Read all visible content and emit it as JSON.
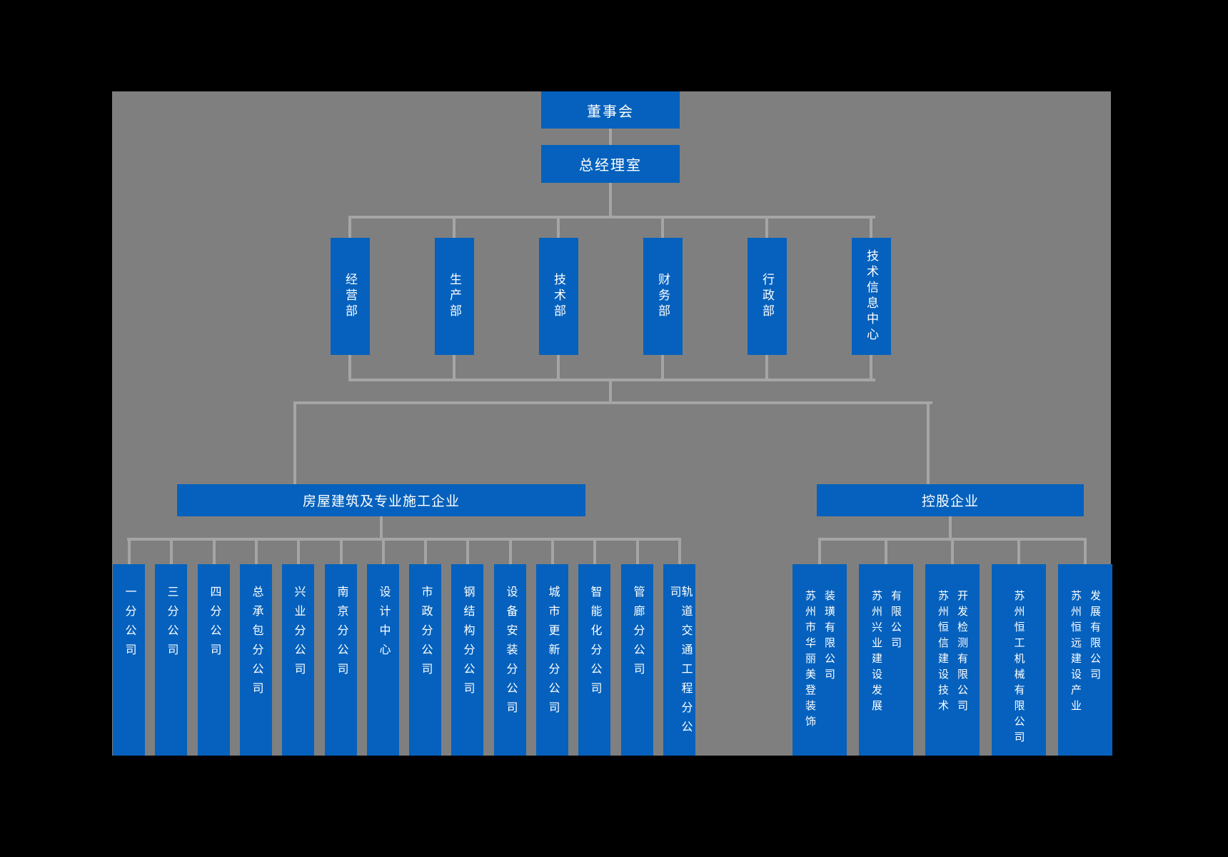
{
  "colors": {
    "background": "#000000",
    "panel_gray": "#7f7f7f",
    "box_blue": "#0561bd",
    "connector_gray": "#a5a5a5",
    "text_white": "#ffffff"
  },
  "org_chart": {
    "root": "董事会",
    "gm_office": "总经理室",
    "departments": [
      "经营部",
      "生产部",
      "技术部",
      "财务部",
      "行政部",
      "技术信息中心"
    ],
    "left_group": {
      "title": "房屋建筑及专业施工企业",
      "companies": [
        "一分公司",
        "三分公司",
        "四分公司",
        "总承包分公司",
        "兴业分公司",
        "南京分公司",
        "设计中心",
        "市政分公司",
        "钢结构分公司",
        "设备安装分公司",
        "城市更新分公司",
        "智能化分公司",
        "管廊分公司",
        "轨道交通工程分公司"
      ]
    },
    "right_group": {
      "title": "控股企业",
      "companies": [
        {
          "name": "苏州市华丽美登装饰装璜有限公司",
          "lines": [
            "苏州市华丽美登装饰",
            "装璜有限公司"
          ]
        },
        {
          "name": "苏州兴业建设发展有限公司",
          "lines": [
            "苏州兴业建设发展",
            "有限公司"
          ]
        },
        {
          "name": "苏州恒信建设技术开发检测有限公司",
          "lines": [
            "苏州恒信建设技术",
            "开发检测有限公司"
          ]
        },
        {
          "name": "苏州恒工机械有限公司",
          "lines": [
            "苏州恒工机械有限公司"
          ]
        },
        {
          "name": "苏州恒远建设产业发展有限公司",
          "lines": [
            "苏州恒远建设产业",
            "发展有限公司"
          ]
        }
      ]
    }
  }
}
